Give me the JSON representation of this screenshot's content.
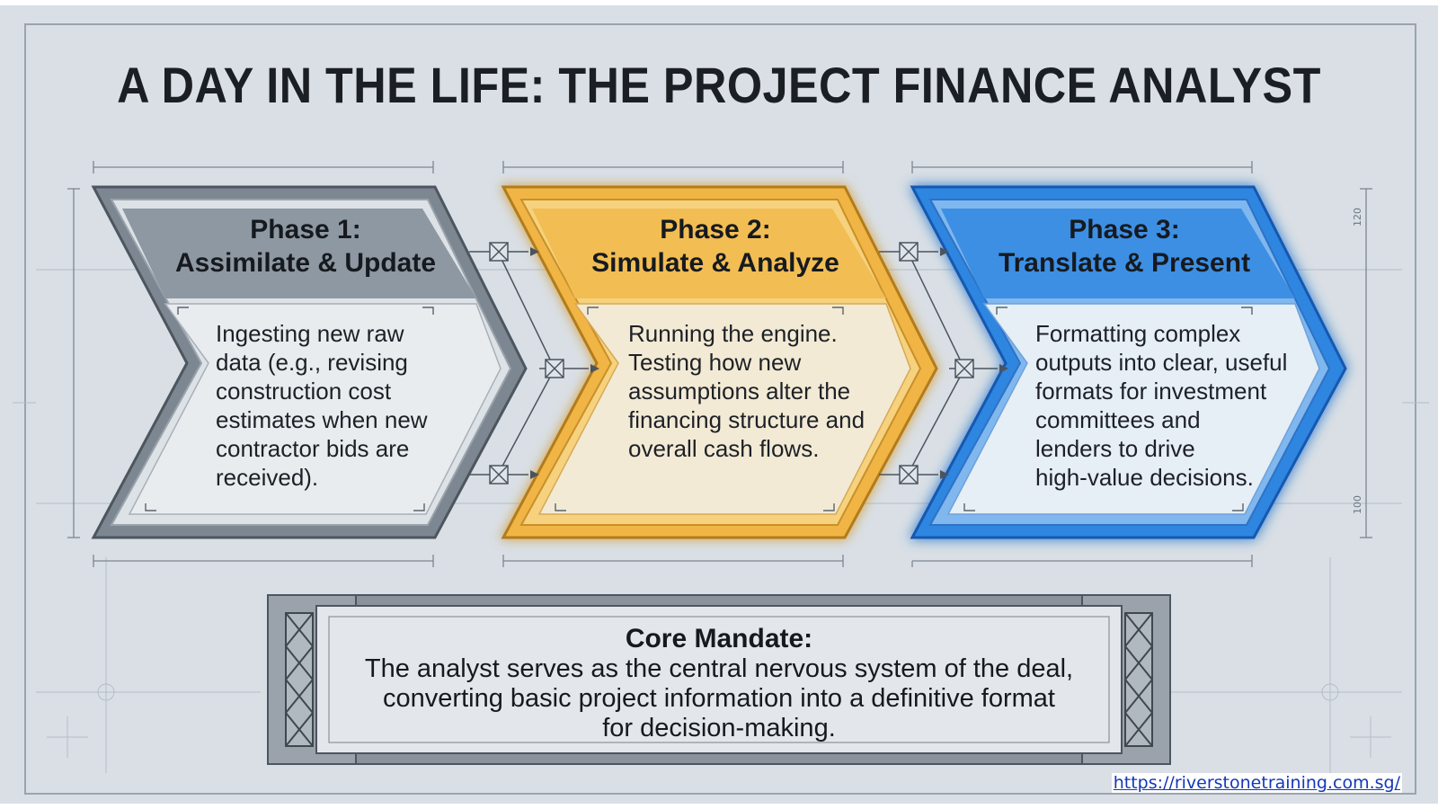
{
  "title": "A DAY IN THE LIFE: THE PROJECT FINANCE ANALYST",
  "phases": [
    {
      "title_line1": "Phase 1:",
      "title_line2": "Assimilate & Update",
      "description": [
        "Ingesting new raw",
        "data (e.g., revising",
        "construction cost",
        "estimates when new",
        "contractor bids are",
        "received)."
      ],
      "color": "#7d8792"
    },
    {
      "title_line1": "Phase 2:",
      "title_line2": "Simulate & Analyze",
      "description": [
        "Running the engine.",
        "Testing how new",
        "assumptions alter the",
        "financing structure and",
        "overall cash flows."
      ],
      "color": "#f0b545"
    },
    {
      "title_line1": "Phase 3:",
      "title_line2": "Translate & Present",
      "description": [
        "Formatting complex",
        "outputs into clear, useful",
        "formats for investment",
        "committees and",
        "lenders to drive",
        "high-value decisions."
      ],
      "color": "#2f86e0"
    }
  ],
  "core_mandate": {
    "heading": "Core Mandate:",
    "body": [
      "The analyst serves as the central nervous system of the deal,",
      "converting basic project information into a definitive format",
      "for decision-making."
    ]
  },
  "dimension_labels": [
    "120",
    "100"
  ],
  "footer_link": "https://riverstonetraining.com.sg/",
  "colors": {
    "background": "#d9dfe5",
    "phase1": "#7d8792",
    "phase2": "#f0b545",
    "phase3": "#2f86e0",
    "link": "#1238b8"
  }
}
